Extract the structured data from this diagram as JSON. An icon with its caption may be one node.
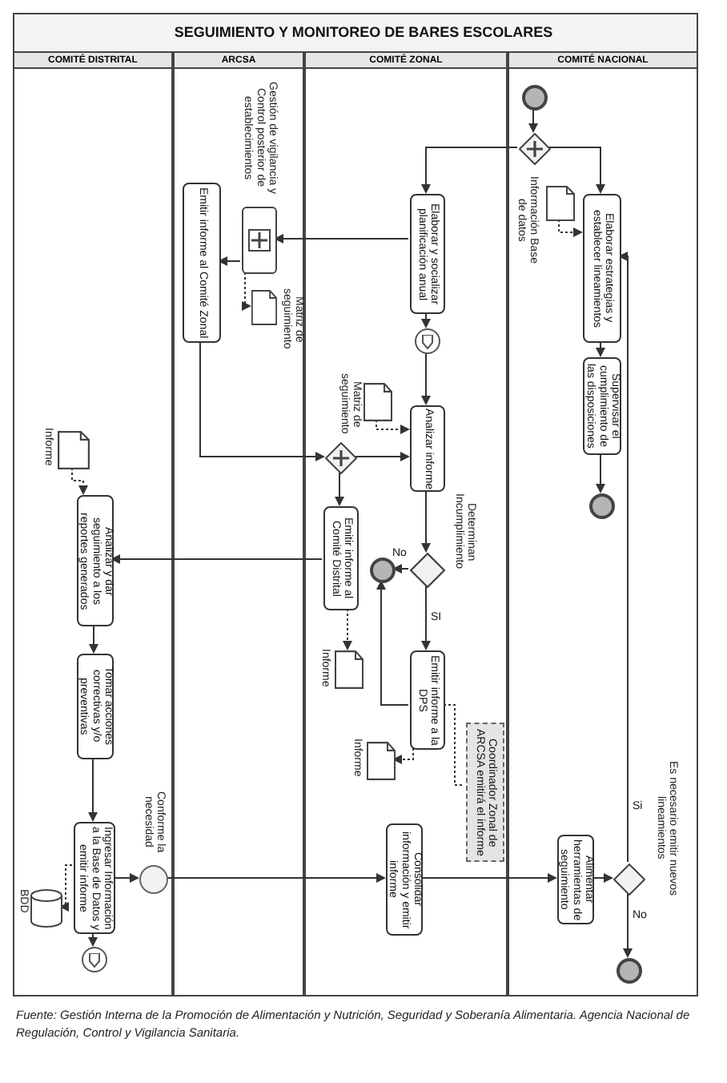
{
  "diagram": {
    "title": "SEGUIMIENTO Y MONITOREO DE BARES ESCOLARES",
    "caption": "Fuente: Gestión Interna de la Promoción de Alimentación y Nutrición, Seguridad y Soberanía Alimentaria. Agencia Nacional de Regulación, Control y Vigilancia Sanitaria.",
    "nodes": [
      {
        "text": [
          "COMITÉ DISTRITAL"
        ]
      },
      {
        "text": [
          "ARCSA"
        ]
      },
      {
        "text": [
          "COMITÉ ZONAL"
        ]
      },
      {
        "text": [
          "COMITÉ NACIONAL"
        ]
      },
      {
        "text": [],
        "shape": "circle",
        "in": 3
      },
      {
        "text": [],
        "shape": "diamond",
        "in": 3
      },
      {
        "text": [],
        "shape": "document",
        "in": 3,
        "beside": [
          "Información Base de datos"
        ]
      },
      {
        "text": [
          "Elaborar estrategias y establecer lineamientos"
        ],
        "in": 3
      },
      {
        "text": [
          "Supervisar el cumplimiento de las disposiciones"
        ],
        "in": 3
      },
      {
        "text": [],
        "shape": "circle",
        "in": 3
      },
      {
        "text": [
          "Elaborar y socializar planificación anual"
        ],
        "in": 2
      },
      {
        "text": [],
        "shape": "box",
        "in": 1,
        "beside": [
          "Gestión de vigilancia y Control posterior de establecimientos"
        ]
      },
      {
        "text": [],
        "shape": "document",
        "in": 1,
        "beside": [
          "Matriz de seguimiento"
        ]
      },
      {
        "text": [
          "Emitir informe al Comité Zonal"
        ],
        "in": 1
      },
      {
        "text": [],
        "shape": "circle",
        "in": 2
      },
      {
        "text": [],
        "shape": "diamond",
        "in": 2
      },
      {
        "text": [],
        "shape": "document",
        "in": 2,
        "beside": [
          "Matriz de seguimiento"
        ]
      },
      {
        "text": [
          "Analizar informe"
        ],
        "in": 2
      },
      {
        "text": [
          "Emitir informe al Comité Distrital"
        ],
        "in": 2
      },
      {
        "text": [],
        "shape": "document",
        "in": 2,
        "beside": [
          "Informe"
        ]
      },
      {
        "text": [],
        "shape": "diamond",
        "in": 2,
        "beside": [
          "Determinan Incumplimiento"
        ]
      },
      {
        "text": [],
        "shape": "circle",
        "in": 2
      },
      {
        "text": [
          "Emitir informe a la DPS"
        ],
        "in": 2
      },
      {
        "text": [],
        "shape": "document",
        "in": 2,
        "beside": [
          "Informe"
        ]
      },
      {
        "text": [
          "Coordinador Zonal de ARCSA emitirá el informe"
        ],
        "in": 2
      },
      {
        "text": [
          "Consolidar información y emitir informe"
        ],
        "in": 2
      },
      {
        "text": [],
        "shape": "document",
        "in": 0,
        "beside": [
          "Informe"
        ]
      },
      {
        "text": [
          "Analizar y dar seguimiento a los reportes generados"
        ],
        "in": 0
      },
      {
        "text": [
          "Tomar acciones correctivas y/o preventivas"
        ],
        "in": 0
      },
      {
        "text": [
          "Ingresar Información a la Base de Datos y emitir informe"
        ],
        "in": 0
      },
      {
        "text": [],
        "shape": "circle",
        "in": 0,
        "beside": [
          "Conforme la necesidad"
        ]
      },
      {
        "text": [],
        "shape": "cylinder",
        "in": 0,
        "beside": [
          "BDD"
        ]
      },
      {
        "text": [],
        "shape": "circle",
        "in": 0
      },
      {
        "text": [
          "Alimentar herramientas de seguimiento"
        ],
        "in": 3
      },
      {
        "text": [],
        "shape": "diamond",
        "in": 3,
        "beside": [
          "Es necesario emitir nuevos lineamientos"
        ]
      },
      {
        "text": [],
        "shape": "circle",
        "in": 3
      }
    ],
    "edges": [
      {
        "from": 4,
        "to": 5,
        "arrow": "to"
      },
      {
        "from": 5,
        "to": 10,
        "arrow": "to"
      },
      {
        "from": 5,
        "to": 7,
        "arrow": "to"
      },
      {
        "from": 6,
        "to": 7,
        "arrow": "to",
        "style": "dashed"
      },
      {
        "from": 7,
        "to": 8,
        "arrow": "to"
      },
      {
        "from": 8,
        "to": 9,
        "arrow": "to"
      },
      {
        "from": 10,
        "to": 11,
        "arrow": "to"
      },
      {
        "from": 11,
        "to": 13,
        "arrow": "to"
      },
      {
        "from": 11,
        "to": 12,
        "arrow": "to",
        "style": "dashed"
      },
      {
        "from": 10,
        "to": 14,
        "arrow": "to"
      },
      {
        "from": 14,
        "to": 17,
        "arrow": "to"
      },
      {
        "from": 13,
        "to": 15,
        "arrow": "to"
      },
      {
        "from": 15,
        "to": 17,
        "arrow": "to"
      },
      {
        "from": 15,
        "to": 18,
        "arrow": "to"
      },
      {
        "from": 16,
        "to": 17,
        "arrow": "to",
        "style": "dashed"
      },
      {
        "from": 18,
        "to": 27,
        "arrow": "to"
      },
      {
        "from": 18,
        "to": 19,
        "arrow": "to",
        "style": "dashed"
      },
      {
        "from": 26,
        "to": 27,
        "arrow": "to",
        "style": "dashed"
      },
      {
        "from": 17,
        "to": 20,
        "arrow": "to"
      },
      {
        "from": 20,
        "to": 21,
        "arrow": "to",
        "label": "No"
      },
      {
        "from": 20,
        "to": 22,
        "arrow": "to",
        "label": "SI"
      },
      {
        "from": 22,
        "to": 21,
        "arrow": "to"
      },
      {
        "from": 22,
        "to": 23,
        "arrow": "to",
        "style": "dashed"
      },
      {
        "from": 22,
        "to": 24,
        "arrow": "none",
        "style": "dashed"
      },
      {
        "from": 27,
        "to": 28,
        "arrow": "to"
      },
      {
        "from": 28,
        "to": 29,
        "arrow": "to"
      },
      {
        "from": 29,
        "to": 31,
        "arrow": "to",
        "style": "dashed"
      },
      {
        "from": 29,
        "to": 32,
        "arrow": "to"
      },
      {
        "from": 29,
        "to": 30,
        "arrow": "to"
      },
      {
        "from": 30,
        "to": 25,
        "arrow": "to"
      },
      {
        "from": 25,
        "to": 33,
        "arrow": "to"
      },
      {
        "from": 33,
        "to": 34,
        "arrow": "to"
      },
      {
        "from": 34,
        "to": 7,
        "arrow": "to",
        "label": "Si"
      },
      {
        "from": 34,
        "to": 35,
        "arrow": "to",
        "label": "No"
      }
    ]
  }
}
